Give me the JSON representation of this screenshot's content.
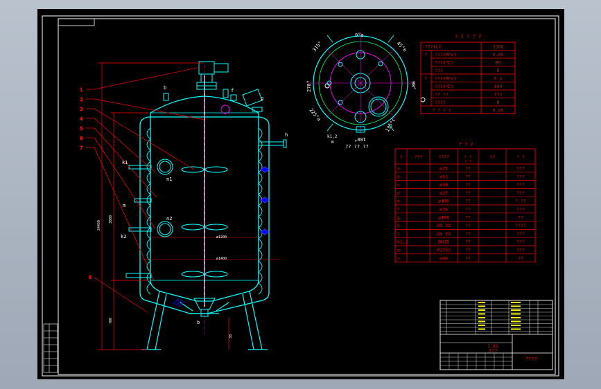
{
  "colors": {
    "paper": "#000000",
    "frame": "#ffffff",
    "outline": "#00ffff",
    "dim": "#ff0000",
    "center": "#ff00ff",
    "lead": "#ff0000",
    "text": "#ffffff",
    "accent": "#ffff00",
    "yellow": "#ffff00",
    "jacket": "#0000ff"
  },
  "leaders": [
    "1",
    "2",
    "3",
    "4",
    "5",
    "6",
    "7",
    "8"
  ],
  "vessel_labels": {
    "n1": "n1",
    "n2": "n2",
    "k1": "k1",
    "k2": "k2",
    "m": "m",
    "h": "h",
    "b_top": "b",
    "f": "f",
    "g": "g",
    "b_bottom": "b",
    "dia_inner": "ø1200",
    "dia_outer": "ø1400",
    "dim_total": "24450",
    "dim_body": "3000",
    "dim_leg": "700",
    "dim_foot": "38"
  },
  "plan_labels": {
    "top": "0°a",
    "tl": "315°",
    "tr": "45°e",
    "left": "270°",
    "right": "90°",
    "bl": "225°a",
    "br": "135°c",
    "bot": "180°",
    "k12": "k1,2",
    "m": "m",
    "caption": "?? ?? ??"
  },
  "spec_table": {
    "title": "? ? ? ? ?",
    "rows": [
      {
        "g": "",
        "k": "???(L)",
        "v": "3500"
      },
      {
        "g": "?",
        "k": "???(MPa)",
        "v": "0.05"
      },
      {
        "g": "",
        "k": "???(℃)",
        "v": "80"
      },
      {
        "g": "",
        "k": "???",
        "v": "0"
      },
      {
        "g": "?",
        "k": "???(MPa)",
        "v": "0.4"
      },
      {
        "g": "",
        "k": "???(℃)",
        "v": "100"
      },
      {
        "g": "",
        "k": "?? ??",
        "v": "???"
      },
      {
        "g": "",
        "k": "????",
        "v": "8"
      }
    ],
    "footer": "? ? ? ?",
    "footer_value": "0.85"
  },
  "nozzle_table": {
    "title": "? ? ?",
    "headers": [
      "?",
      "???",
      "????",
      "? ?",
      "??",
      "? ?"
    ],
    "header_sub": "? ?",
    "rows": [
      {
        "id": "a",
        "size": "ø25",
        "c3": "??",
        "c5": "???"
      },
      {
        "id": "b",
        "size": "ø51",
        "c3": "??",
        "c5": "???"
      },
      {
        "id": "c",
        "size": "ø38",
        "c3": "??",
        "c5": "???"
      },
      {
        "id": "d",
        "size": "ø25",
        "c3": "??",
        "c5": "???"
      },
      {
        "id": "e",
        "size": "ø100",
        "c3": "??",
        "c5": "?.??"
      },
      {
        "id": "f",
        "size": "ø38",
        "c3": "??",
        "c5": "???"
      },
      {
        "id": "g",
        "size": "ø400",
        "c3": "??",
        "c5": "??"
      },
      {
        "id": "h",
        "size": "DN 32",
        "c3": "??",
        "c5": "????"
      },
      {
        "id": "i",
        "size": "DN 32",
        "c3": "??",
        "c5": "???"
      },
      {
        "id": "k1,2",
        "size": "DN15",
        "c3": "??",
        "c5": "???"
      },
      {
        "id": "m",
        "size": "M27X2",
        "c3": "??",
        "c5": "???"
      },
      {
        "id": "n",
        "size": "ø80",
        "c3": "??",
        "c5": "??"
      }
    ]
  },
  "title_block": {
    "scale": "1:61",
    "name": "???",
    "drawing": "????"
  }
}
